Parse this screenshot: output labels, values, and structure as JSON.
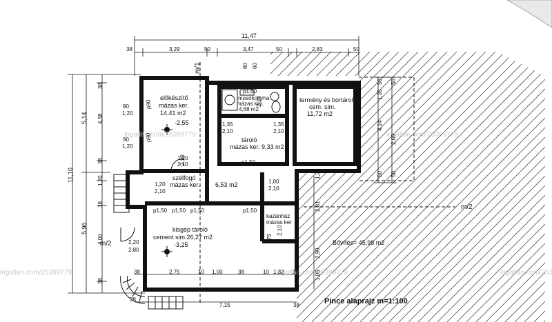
{
  "title": "Pince alaprajz  m=1:100",
  "extension_label": "Bővítés= 45,98 m2",
  "section_marks": {
    "vertical": "m/1",
    "horizontal_left": "m/2",
    "horizontal_right": "m/2"
  },
  "rooms": {
    "elokeszito": {
      "name": "előkészítő",
      "floor": "mázas ker.",
      "area": "14,41 m2",
      "level": "-2,55"
    },
    "mosokonyha": {
      "name": "mosókonyha",
      "floor": "mázas ker.",
      "area": "4,68 m2"
    },
    "termeny": {
      "name": "termény és bortároló",
      "floor": "cem. sim.",
      "area": "11,72 m2"
    },
    "tarolo": {
      "name": "tároló",
      "floor": "mázas ker. 9,33 m2"
    },
    "szelfogo": {
      "name": "szélfogó",
      "floor": "mázas ker.",
      "area": "6,53 m2"
    },
    "kisgep": {
      "name": "kisgép tároló",
      "floor": "cement sim.26,27 m2",
      "level": "-3,25"
    },
    "kazanhaz": {
      "name": "kazánház",
      "floor": "mázas ker"
    }
  },
  "top_dimensions": {
    "total": "11,47",
    "d1": "38",
    "d2": "3,29",
    "d3": "50",
    "d4": "3,47",
    "d5": "50",
    "d6": "2,83",
    "d7": "50"
  },
  "left_dimensions": {
    "total": "11,10",
    "a1": "5,14",
    "a2": "5,96",
    "b1": "38",
    "b2": "4,38",
    "b3": "38",
    "b4": "1,20",
    "b5": "38",
    "b6": "4,00",
    "b7": "38"
  },
  "bottom_dimensions": {
    "c1": "38",
    "c2": "2,75",
    "c3": "10",
    "c4": "1,00",
    "c5": "38",
    "c6": "10",
    "c7": "1,32",
    "c8": "38",
    "c9": "38",
    "c10": "7,15",
    "c11": "38"
  },
  "right_dimensions": {
    "r1": "50",
    "r2": "1,35",
    "r3": "50",
    "r4": "4,14",
    "r5": "2,69",
    "r6": "50",
    "r7": "50"
  },
  "openings": {
    "w90a": "90",
    "w120a": "1,20",
    "w90b": "90",
    "w120b": "1,20",
    "p90a": "p90",
    "p90b": "p90",
    "p150a": "p1,50",
    "p150b": "p1,50",
    "p150c": "p1,50",
    "p150d": "p1,50",
    "p150e": "p1,50",
    "p150f": "p1,50",
    "d135a": "1,35",
    "d210a": "2,10",
    "d135b": "1,35",
    "d210b": "2,10",
    "d60a": "60",
    "d60b": "60",
    "d210c": "2,10",
    "d210d": "2,10",
    "d120a": "1,20",
    "d210e": "2,10",
    "d120b": "1,20",
    "d210f": "2,10",
    "d100": "1,00",
    "d210g": "2,10",
    "d75": "75",
    "d210h": "2,10",
    "d220": "2,20",
    "d280": "2,80",
    "d281": "2,81",
    "d121": "1,21",
    "d290": "2,90",
    "d105": "1,05"
  },
  "watermarks": [
    "ingatlan.com/25399779",
    "ingatlan.com/25399779",
    "ingatlan.com/25399779",
    "ingatlan.com/25399779",
    "ingatlan.com/25399779"
  ]
}
